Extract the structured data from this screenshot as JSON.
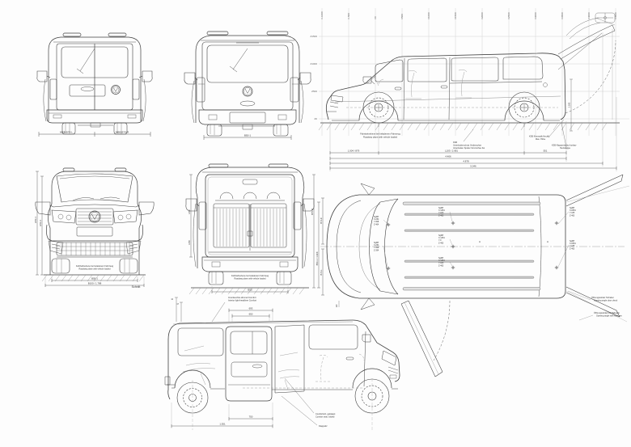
{
  "grid": {
    "x": [
      "X-1000",
      "X-500",
      "X0",
      "X500",
      "X1000",
      "X1500",
      "X2000",
      "X2500",
      "X3000",
      "X3500",
      "X4000",
      "X4500"
    ],
    "z": [
      "Z1500",
      "Z1000",
      "Z500",
      "Z0"
    ]
  },
  "shared": {
    "ground_note_de": "Fahrbahnebene bei beladenem Fahrzeug",
    "ground_note_en": "Roadway plane with vehicle loaded"
  },
  "rear_doors_view": {
    "dim_left": "MBB B74-L",
    "dim_right": "MBB B74-R"
  },
  "rear_tailgate_view": {
    "dim": "B50-1"
  },
  "side_view": {
    "ksb1a": "KSB",
    "ksb1b": "Unterbodenschutz Vorderachse",
    "ksb1c": "Unterboden Spoiler Vord.Achse frei",
    "ksb2a": "KSB Kinematik Heckkl.",
    "ksb2b": "Max. Höhe",
    "ksb3a": "KSB Klappenkontur konkav",
    "ksb3b": "Heckklappe",
    "vdim": "1.163",
    "d1": "1.004 / 879",
    "d2": "L103 / 2.681",
    "d3": "551",
    "d4": "4.406",
    "d5": "4.878",
    "d6": "5.046"
  },
  "front_view": {
    "h1": "H50-1",
    "h2": "H50-4",
    "b1": "B50-1",
    "b2": "B100 / 1.788",
    "schnitt": "Schnitt"
  },
  "rear_open_view": {
    "h1": "H52",
    "h2": "H58",
    "r1": "B75-R",
    "r2": "B50-1 / 1.908",
    "b": "B50"
  },
  "top_view": {
    "blocks": [
      [
        "SgRP",
        "X-254",
        "Y-398",
        "Z-464"
      ],
      [
        "SgRP",
        "X-254",
        "Y-398",
        "Z-394"
      ],
      [
        "SgRP",
        "X-1254",
        "Y-420",
        "Z-463"
      ],
      [
        "SgRP",
        "X-1254",
        "Y-0",
        "Z-463"
      ],
      [
        "SgRP",
        "X-1254",
        "Y-420",
        "Z-463"
      ],
      [
        "SgRP",
        "X-2054",
        "Y-435",
        "Z-463"
      ],
      [
        "SgRP",
        "X-2054",
        "Y-435",
        "Z-463"
      ]
    ],
    "a_mark": "A",
    "dim_left_top": "B74-R",
    "dim_left_bottom": "B74-L",
    "ez": "EZ",
    "ann1a": "Öffnungswinkel Türhalter",
    "ann1b": "Opening angle door check",
    "ann2a": "Öffnungswinkel mit Haltearm",
    "ann2b": "Opening angle with hold arm"
  },
  "bottom_view": {
    "lamp1": "Innenleuchte-Himmel Comfort",
    "lamp2": "Interior light-headliner Comfort",
    "d1": "693",
    "d2": "650",
    "d3": "750",
    "d4": "1.551",
    "s1": "12",
    "s2": "17",
    "seat1": "Comfortsitz, geklappt",
    "seat2": "Comfort seat, folded",
    "seat3": "Klappsitz"
  }
}
